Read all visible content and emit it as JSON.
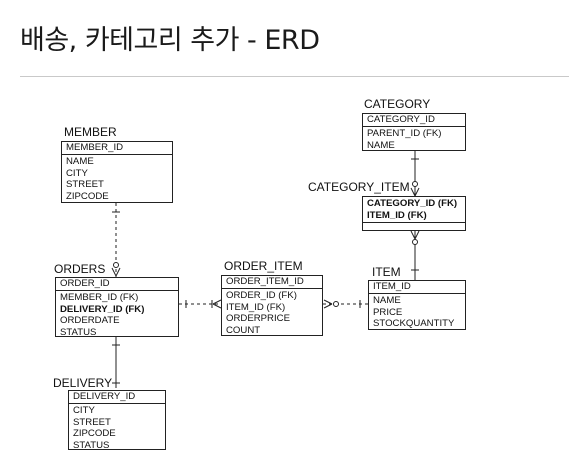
{
  "title": "배송, 카테고리 추가 - ERD",
  "entities": {
    "member": {
      "name": "MEMBER",
      "pk": "MEMBER_ID",
      "attrs": [
        "NAME",
        "CITY",
        "STREET",
        "ZIPCODE"
      ]
    },
    "orders": {
      "name": "ORDERS",
      "pk": "ORDER_ID",
      "attrs": [
        "MEMBER_ID (FK)",
        "DELIVERY_ID (FK)",
        "ORDERDATE",
        "STATUS"
      ]
    },
    "order_item": {
      "name": "ORDER_ITEM",
      "pk": "ORDER_ITEM_ID",
      "attrs": [
        "ORDER_ID (FK)",
        "ITEM_ID (FK)",
        "ORDERPRICE",
        "COUNT"
      ]
    },
    "item": {
      "name": "ITEM",
      "pk": "ITEM_ID",
      "attrs": [
        "NAME",
        "PRICE",
        "STOCKQUANTITY"
      ]
    },
    "category": {
      "name": "CATEGORY",
      "pk": "CATEGORY_ID",
      "attrs": [
        "PARENT_ID (FK)",
        "NAME"
      ]
    },
    "category_item": {
      "name": "CATEGORY_ITEM",
      "pk_attrs": [
        "CATEGORY_ID (FK)",
        "ITEM_ID (FK)"
      ]
    },
    "delivery": {
      "name": "DELIVERY",
      "pk": "DELIVERY_ID",
      "attrs": [
        "CITY",
        "STREET",
        "ZIPCODE",
        "STATUS"
      ]
    }
  }
}
